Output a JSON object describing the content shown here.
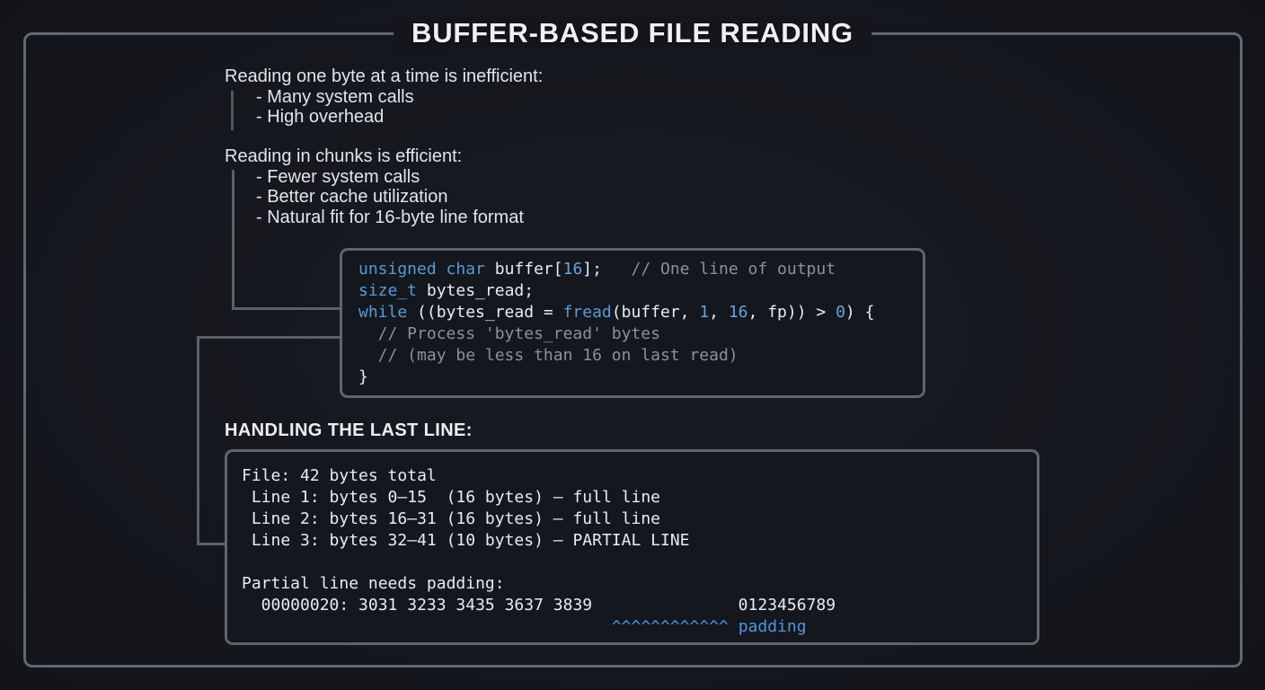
{
  "title": "BUFFER-BASED FILE READING",
  "sections": {
    "inefficient": {
      "heading": "Reading one byte at a time is inefficient:",
      "bullets": [
        "- Many system calls",
        "- High overhead"
      ]
    },
    "efficient": {
      "heading": "Reading in chunks is efficient:",
      "bullets": [
        "- Fewer system calls",
        "- Better cache utilization",
        "- Natural fit for 16-byte line format"
      ]
    }
  },
  "code_block": {
    "lines": [
      [
        {
          "t": "unsigned",
          "c": "kw"
        },
        {
          "t": " ",
          "c": "pl"
        },
        {
          "t": "char",
          "c": "kw"
        },
        {
          "t": " buffer[",
          "c": "pl"
        },
        {
          "t": "16",
          "c": "num"
        },
        {
          "t": "];   ",
          "c": "pl"
        },
        {
          "t": "// One line of output",
          "c": "cm"
        }
      ],
      [
        {
          "t": "size_t",
          "c": "kw"
        },
        {
          "t": " bytes_read;",
          "c": "pl"
        }
      ],
      [
        {
          "t": "while",
          "c": "kw"
        },
        {
          "t": " ((bytes_read = ",
          "c": "pl"
        },
        {
          "t": "fread",
          "c": "fn"
        },
        {
          "t": "(buffer, ",
          "c": "pl"
        },
        {
          "t": "1",
          "c": "num"
        },
        {
          "t": ", ",
          "c": "pl"
        },
        {
          "t": "16",
          "c": "num"
        },
        {
          "t": ", fp)) > ",
          "c": "pl"
        },
        {
          "t": "0",
          "c": "num"
        },
        {
          "t": ") {",
          "c": "pl"
        }
      ],
      [
        {
          "t": "  // Process 'bytes_read' bytes",
          "c": "cm"
        }
      ],
      [
        {
          "t": "  // (may be less than 16 on last read)",
          "c": "cm"
        }
      ],
      [
        {
          "t": "}",
          "c": "pl"
        }
      ]
    ]
  },
  "last_line": {
    "heading": "HANDLING THE LAST LINE:",
    "lines": [
      [
        {
          "t": "File: 42 bytes total",
          "c": "pl"
        }
      ],
      [
        {
          "t": " Line 1: bytes 0–15  (16 bytes) – full line",
          "c": "pl"
        }
      ],
      [
        {
          "t": " Line 2: bytes 16–31 (16 bytes) – full line",
          "c": "pl"
        }
      ],
      [
        {
          "t": " Line 3: bytes 32–41 (10 bytes) – PARTIAL LINE",
          "c": "pl"
        }
      ],
      [
        {
          "t": " ",
          "c": "pl"
        }
      ],
      [
        {
          "t": "Partial line needs padding:",
          "c": "pl"
        }
      ],
      [
        {
          "t": "  00000020: 3031 3233 3435 3637 3839               0123456789",
          "c": "pl"
        }
      ],
      [
        {
          "t": "                                      ",
          "c": "pl"
        },
        {
          "t": "^^^^^^^^^^^^ padding",
          "c": "acc"
        }
      ]
    ]
  },
  "colors": {
    "background": "#14161c",
    "border": "#606873",
    "body_text": "#e2e5e9",
    "code_text": "#e9ecef",
    "keyword_blue": "#5c99d6",
    "number_blue": "#6aa3dc",
    "comment_gray": "#8b919b",
    "accent_blue": "#4f97dd",
    "title_white": "#eef0f3"
  }
}
